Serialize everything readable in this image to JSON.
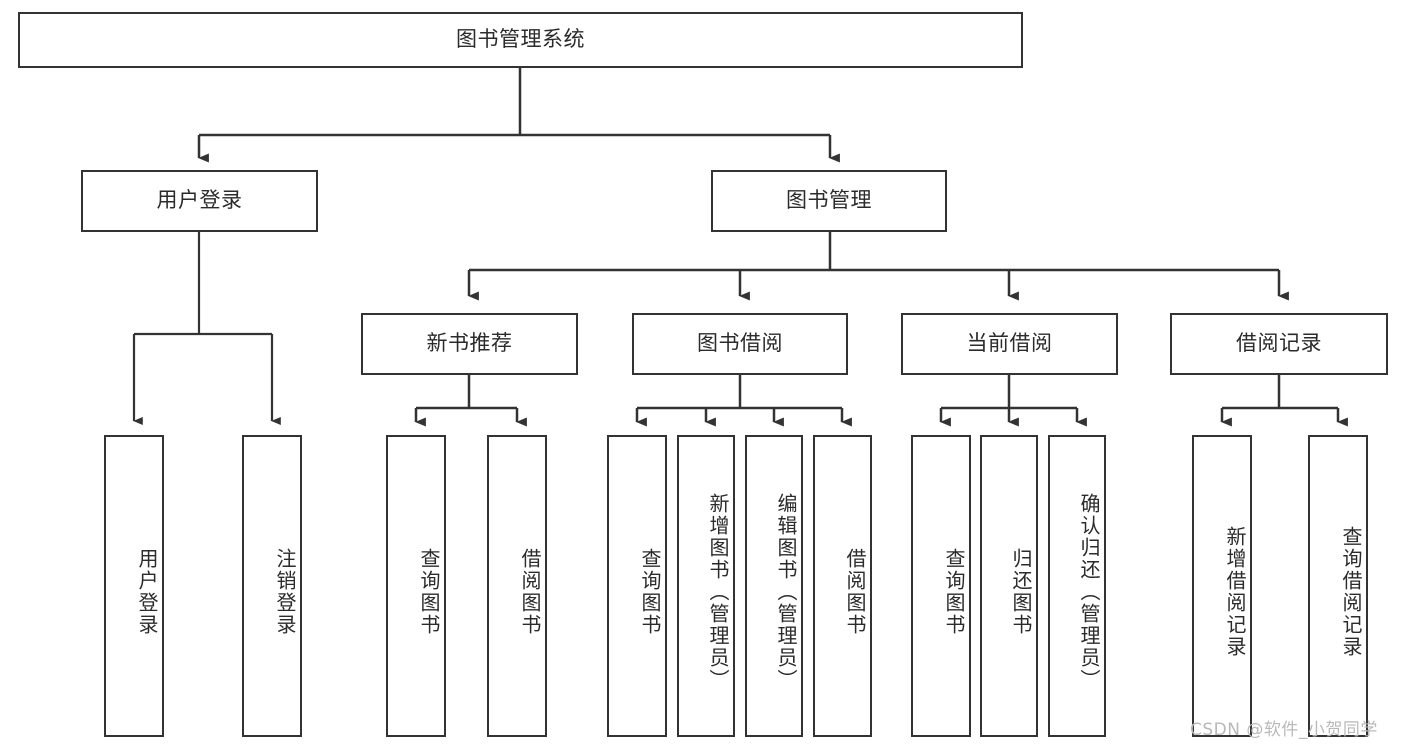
{
  "diagram": {
    "type": "hierarchy-tree",
    "title": "图书管理系统",
    "watermark": "CSDN @软件_小贺同学",
    "colors": {
      "box_border": "#333333",
      "box_fill": "#ffffff",
      "connector": "#333333",
      "text": "#2b2b2b",
      "watermark": "#b9b9b9"
    },
    "nodes": {
      "root": {
        "label": "图书管理系统"
      },
      "level2": [
        {
          "id": "user-login",
          "label": "用户登录"
        },
        {
          "id": "book-management",
          "label": "图书管理"
        }
      ],
      "level3": [
        {
          "id": "new-book-recommend",
          "label": "新书推荐"
        },
        {
          "id": "book-borrow",
          "label": "图书借阅"
        },
        {
          "id": "current-borrow",
          "label": "当前借阅"
        },
        {
          "id": "borrow-record",
          "label": "借阅记录"
        }
      ],
      "leaves": {
        "user_login": [
          {
            "id": "leaf-user-login",
            "label": "用户登录"
          },
          {
            "id": "leaf-logout-login",
            "label": "注销登录"
          }
        ],
        "new_book_recommend": [
          {
            "id": "leaf-query-book-1",
            "label": "查询图书"
          },
          {
            "id": "leaf-borrow-book-1",
            "label": "借阅图书"
          }
        ],
        "book_borrow": [
          {
            "id": "leaf-query-book-2",
            "label": "查询图书"
          },
          {
            "id": "leaf-add-book",
            "label": "新增图书（管理员）"
          },
          {
            "id": "leaf-edit-book",
            "label": "编辑图书（管理员）"
          },
          {
            "id": "leaf-borrow-book-2",
            "label": "借阅图书"
          }
        ],
        "current_borrow": [
          {
            "id": "leaf-query-book-3",
            "label": "查询图书"
          },
          {
            "id": "leaf-return-book",
            "label": "归还图书"
          },
          {
            "id": "leaf-confirm-return",
            "label": "确认归还（管理员）"
          }
        ],
        "borrow_record": [
          {
            "id": "leaf-add-record",
            "label": "新增借阅记录"
          },
          {
            "id": "leaf-query-record",
            "label": "查询借阅记录"
          }
        ]
      }
    }
  }
}
